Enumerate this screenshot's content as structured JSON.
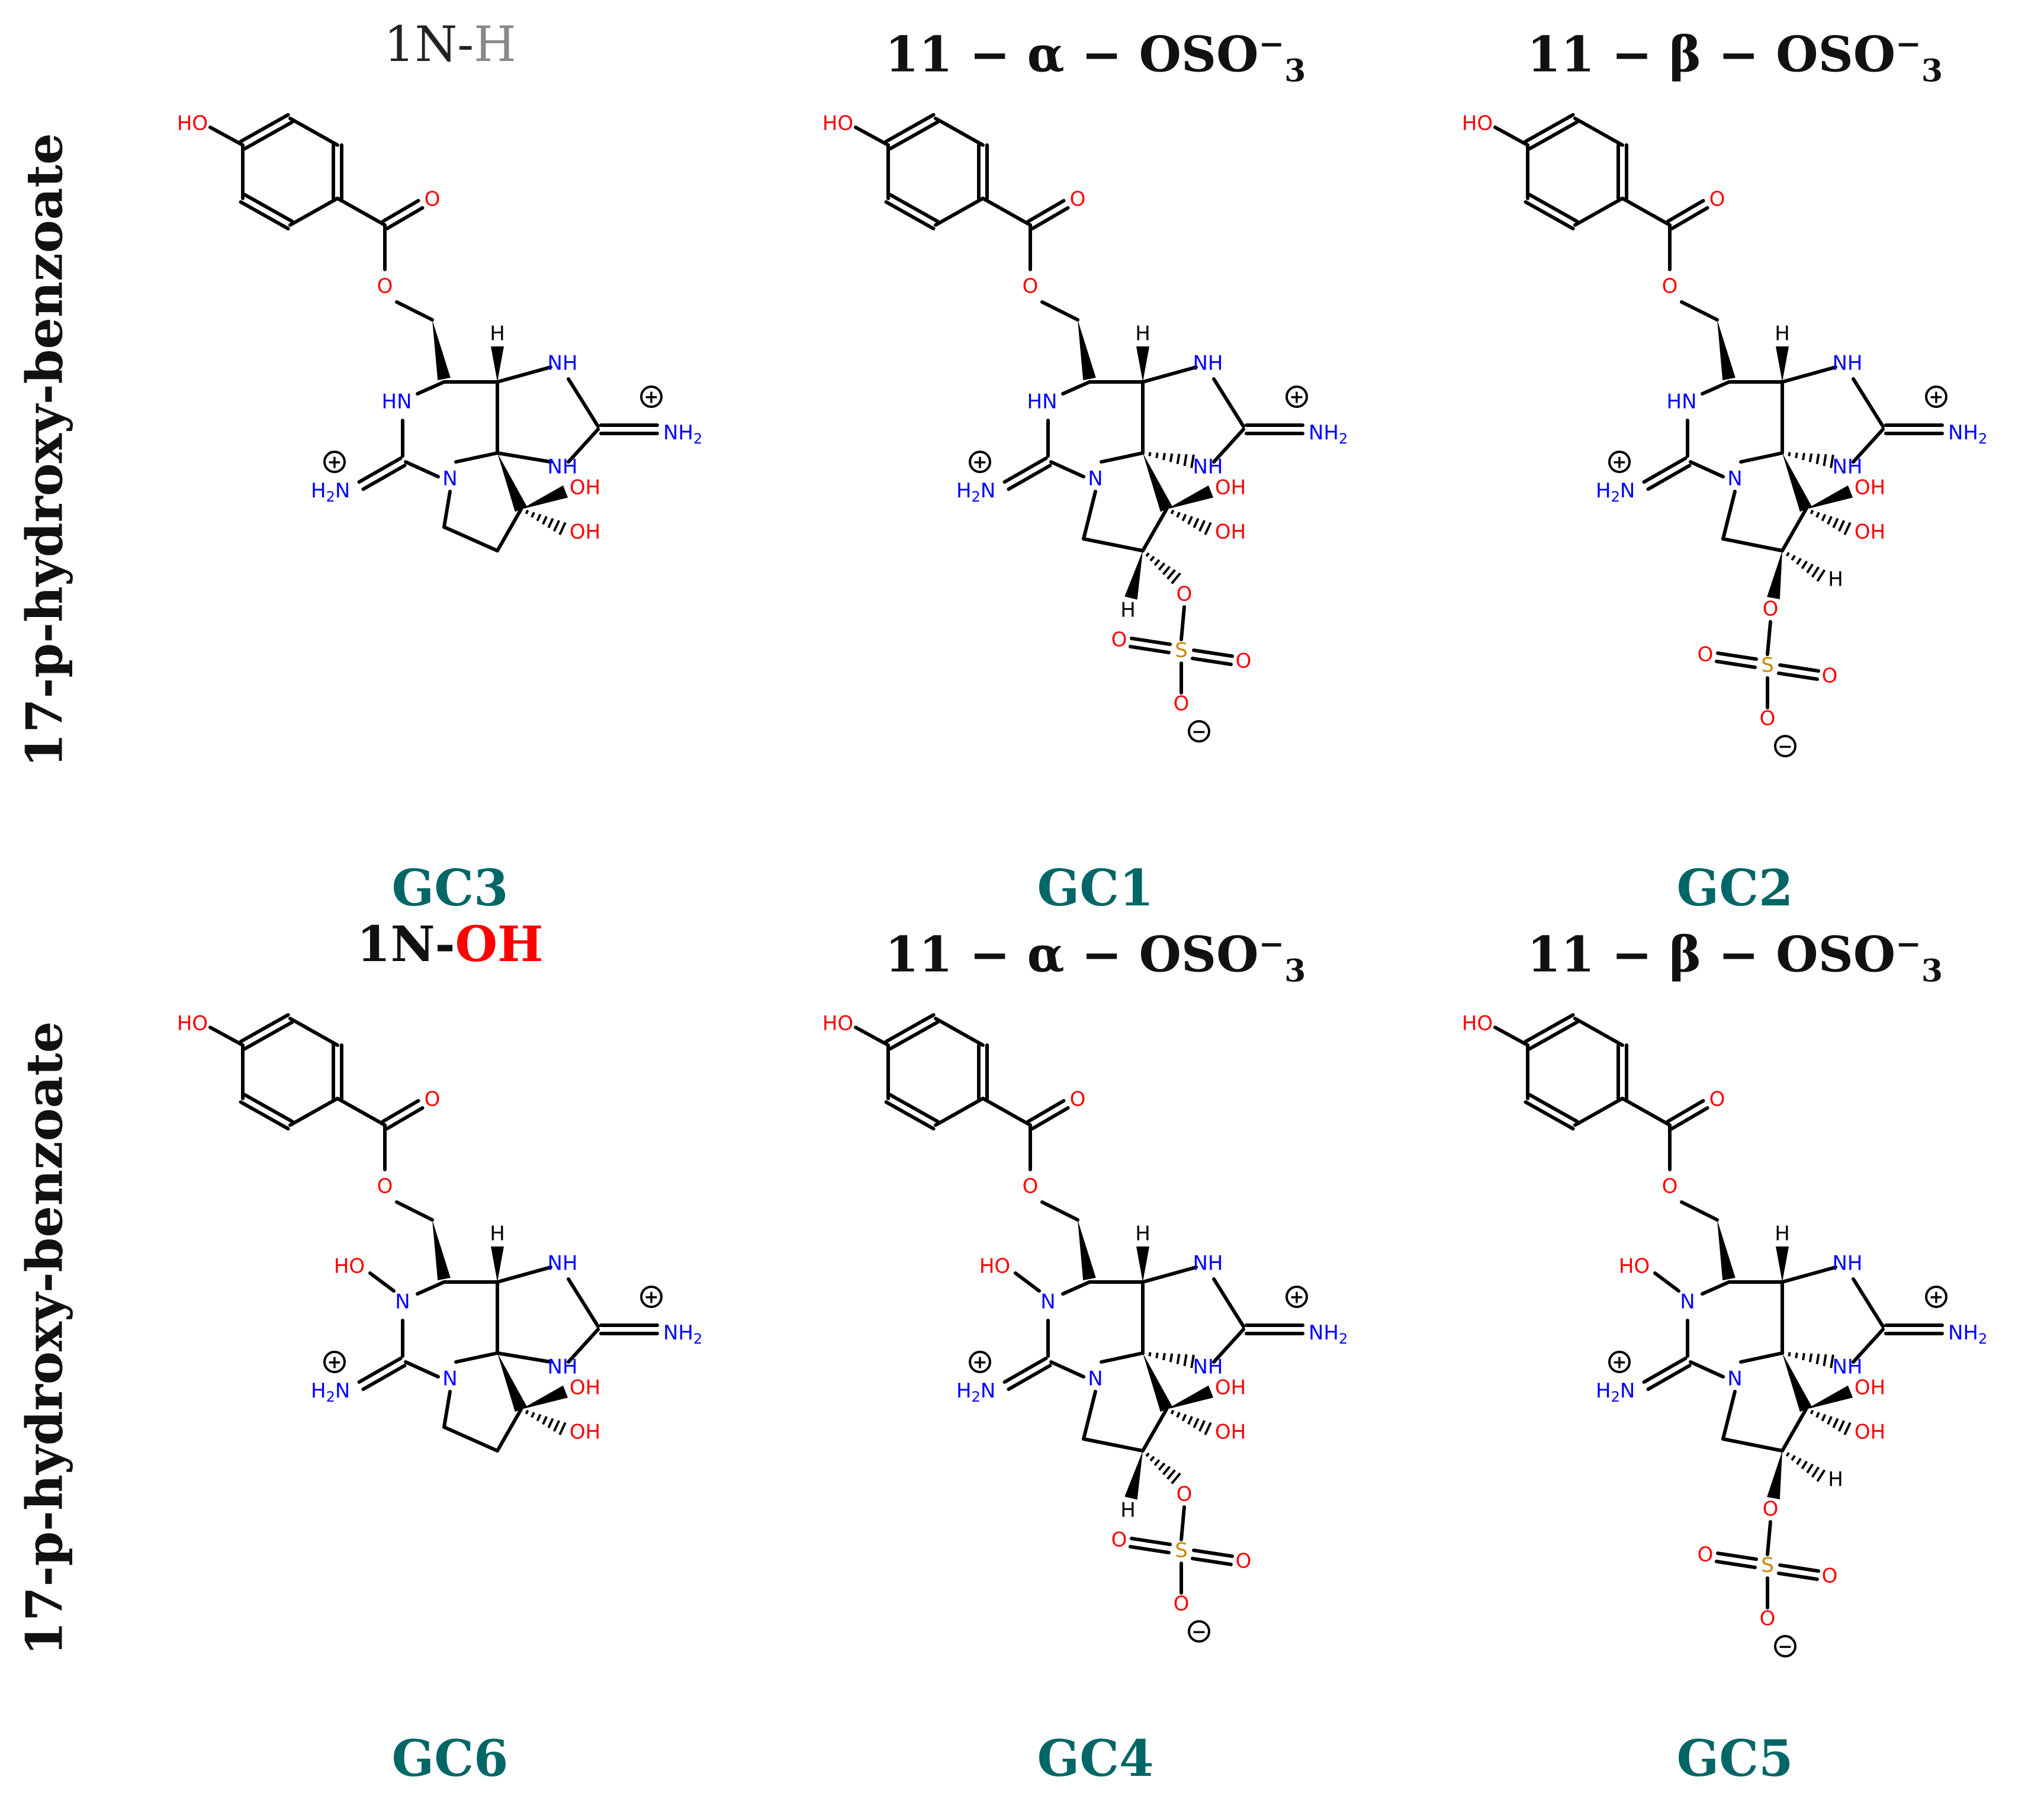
{
  "rows": [
    {
      "side_label": "17-p-hydroxy-benzoate"
    },
    {
      "side_label": "17-p-hydroxy-benzoate"
    }
  ],
  "panels": [
    {
      "code": "GC3",
      "title": {
        "main": "1N-",
        "suffix": "H",
        "style": "nh"
      },
      "variant": "nh",
      "stereo": "none"
    },
    {
      "code": "GC1",
      "title": {
        "main": "11 − α − OSO",
        "sub": "3",
        "sup": "−",
        "style": "sulfate"
      },
      "variant": "nh",
      "stereo": "alpha"
    },
    {
      "code": "GC2",
      "title": {
        "main": "11 − β − OSO",
        "sub": "3",
        "sup": "−",
        "style": "sulfate"
      },
      "variant": "nh",
      "stereo": "beta"
    },
    {
      "code": "GC6",
      "title": {
        "main": "1N-",
        "suffix": "OH",
        "style": "noh"
      },
      "variant": "noh",
      "stereo": "none"
    },
    {
      "code": "GC4",
      "title": {
        "main": "11 − α − OSO",
        "sub": "3",
        "sup": "−",
        "style": "sulfate"
      },
      "variant": "noh",
      "stereo": "alpha"
    },
    {
      "code": "GC5",
      "title": {
        "main": "11 − β − OSO",
        "sub": "3",
        "sup": "−",
        "style": "sulfate"
      },
      "variant": "noh",
      "stereo": "beta"
    }
  ],
  "atom_labels": {
    "hydroxyl": "HO",
    "oxygen": "O",
    "nh": "NH",
    "hn": "HN",
    "n": "N",
    "h": "H",
    "oh": "OH",
    "nh2": "NH",
    "nh2_sub": "2",
    "h2n": "H",
    "h2n_sub": "2",
    "h2n_tail": "N",
    "sulfur": "S",
    "plus": "+",
    "minus": "−"
  },
  "colors": {
    "oxygen": "#ff0000",
    "nitrogen": "#0000ff",
    "sulfur": "#cc8800",
    "bond": "#000000",
    "code": "#006666",
    "title_nh_suffix": "#888888",
    "title_noh_suffix": "#ff0000"
  }
}
